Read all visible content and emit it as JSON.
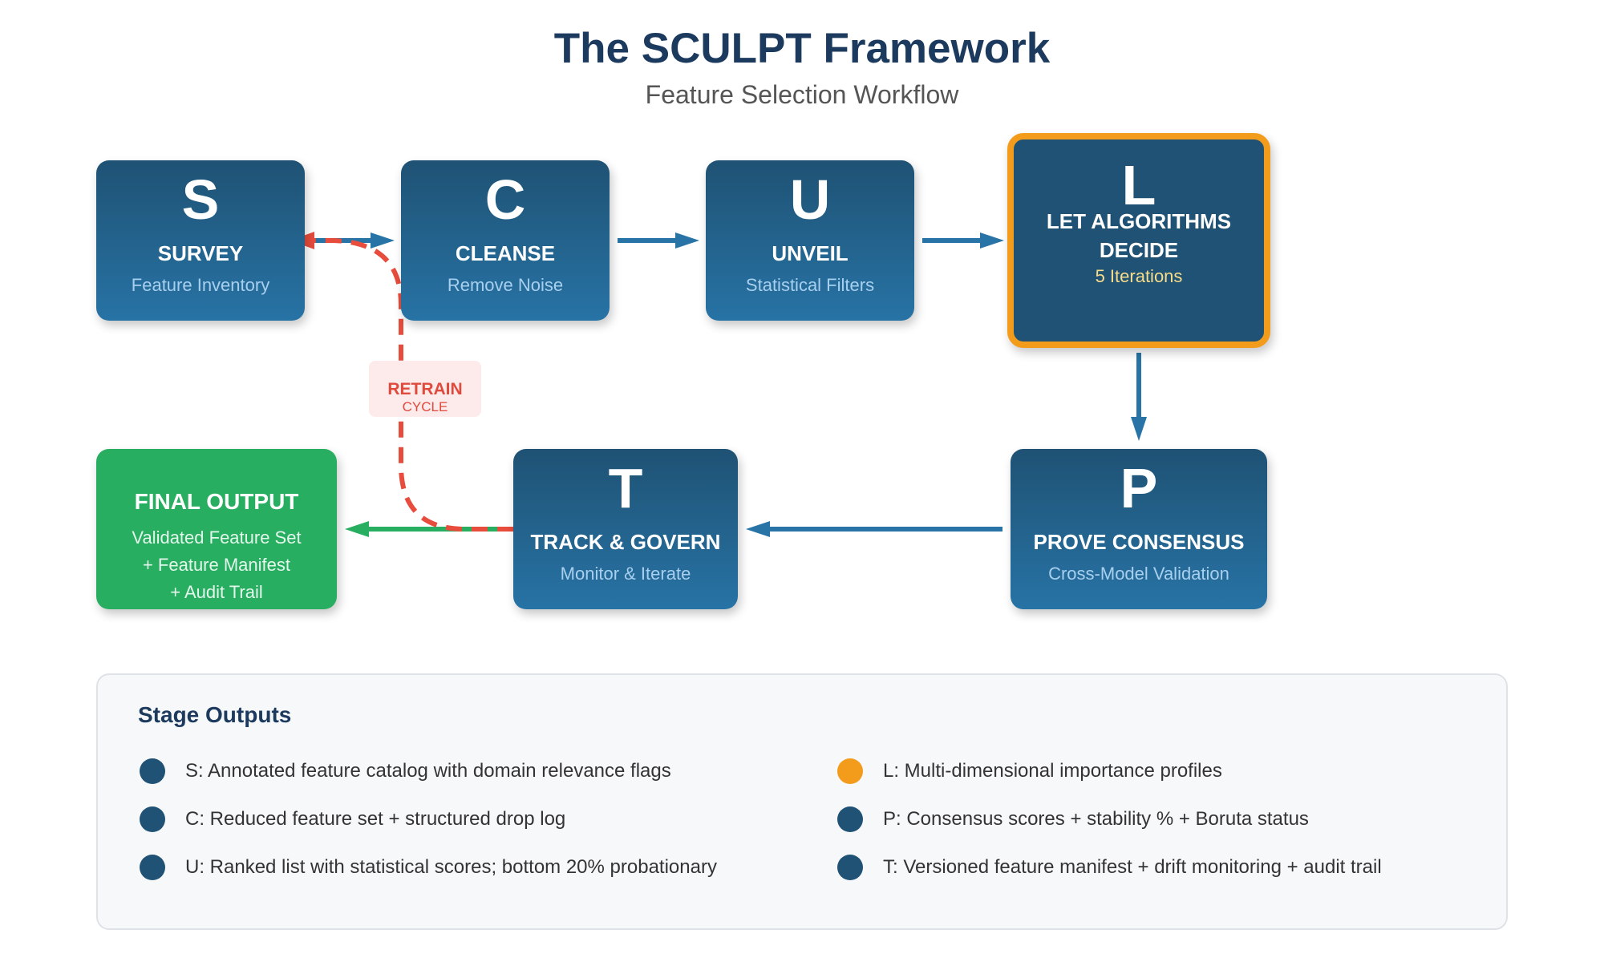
{
  "header": {
    "title": "The SCULPT Framework",
    "subtitle": "Feature Selection Workflow"
  },
  "colors": {
    "stage_blue_top": "#1f5274",
    "stage_blue_bottom": "#2773a5",
    "highlight_orange": "#f39c1b",
    "final_green": "#27ae60",
    "retrain_red": "#e74c3c",
    "arrow_blue": "#2874a6",
    "title_navy": "#1c3a5e"
  },
  "stages": [
    {
      "letter": "S",
      "name": "SURVEY",
      "desc": "Feature Inventory"
    },
    {
      "letter": "C",
      "name": "CLEANSE",
      "desc": "Remove Noise"
    },
    {
      "letter": "U",
      "name": "UNVEIL",
      "desc": "Statistical Filters"
    },
    {
      "letter": "L",
      "name": "LET ALGORITHMS DECIDE",
      "desc": "5 Iterations",
      "highlighted": true
    },
    {
      "letter": "P",
      "name": "PROVE CONSENSUS",
      "desc": "Cross-Model Validation"
    },
    {
      "letter": "T",
      "name": "TRACK & GOVERN",
      "desc": "Monitor & Iterate"
    }
  ],
  "final_output": {
    "name": "FINAL OUTPUT",
    "lines": [
      "Validated Feature Set",
      "+ Feature Manifest",
      "+ Audit Trail"
    ]
  },
  "retrain": {
    "label": "RETRAIN",
    "sublabel": "CYCLE"
  },
  "connections": [
    {
      "from": "S",
      "to": "C",
      "style": "solid-blue"
    },
    {
      "from": "C",
      "to": "U",
      "style": "solid-blue"
    },
    {
      "from": "U",
      "to": "L",
      "style": "solid-blue"
    },
    {
      "from": "L",
      "to": "P",
      "style": "solid-blue"
    },
    {
      "from": "P",
      "to": "T",
      "style": "solid-blue"
    },
    {
      "from": "T",
      "to": "FINAL OUTPUT",
      "style": "solid-green"
    },
    {
      "from": "T",
      "to": "S",
      "style": "dashed-red",
      "label": "RETRAIN CYCLE"
    }
  ],
  "stage_outputs": {
    "title": "Stage Outputs",
    "items": [
      {
        "text": "S: Annotated feature catalog with domain relevance flags",
        "color": "#1f5274"
      },
      {
        "text": "C: Reduced feature set + structured drop log",
        "color": "#1f5274"
      },
      {
        "text": "U: Ranked list with statistical scores; bottom 20% probationary",
        "color": "#1f5274"
      },
      {
        "text": "L: Multi-dimensional importance profiles",
        "color": "#f39c1b"
      },
      {
        "text": "P: Consensus scores + stability % + Boruta status",
        "color": "#1f5274"
      },
      {
        "text": "T: Versioned feature manifest + drift monitoring + audit trail",
        "color": "#1f5274"
      }
    ]
  }
}
